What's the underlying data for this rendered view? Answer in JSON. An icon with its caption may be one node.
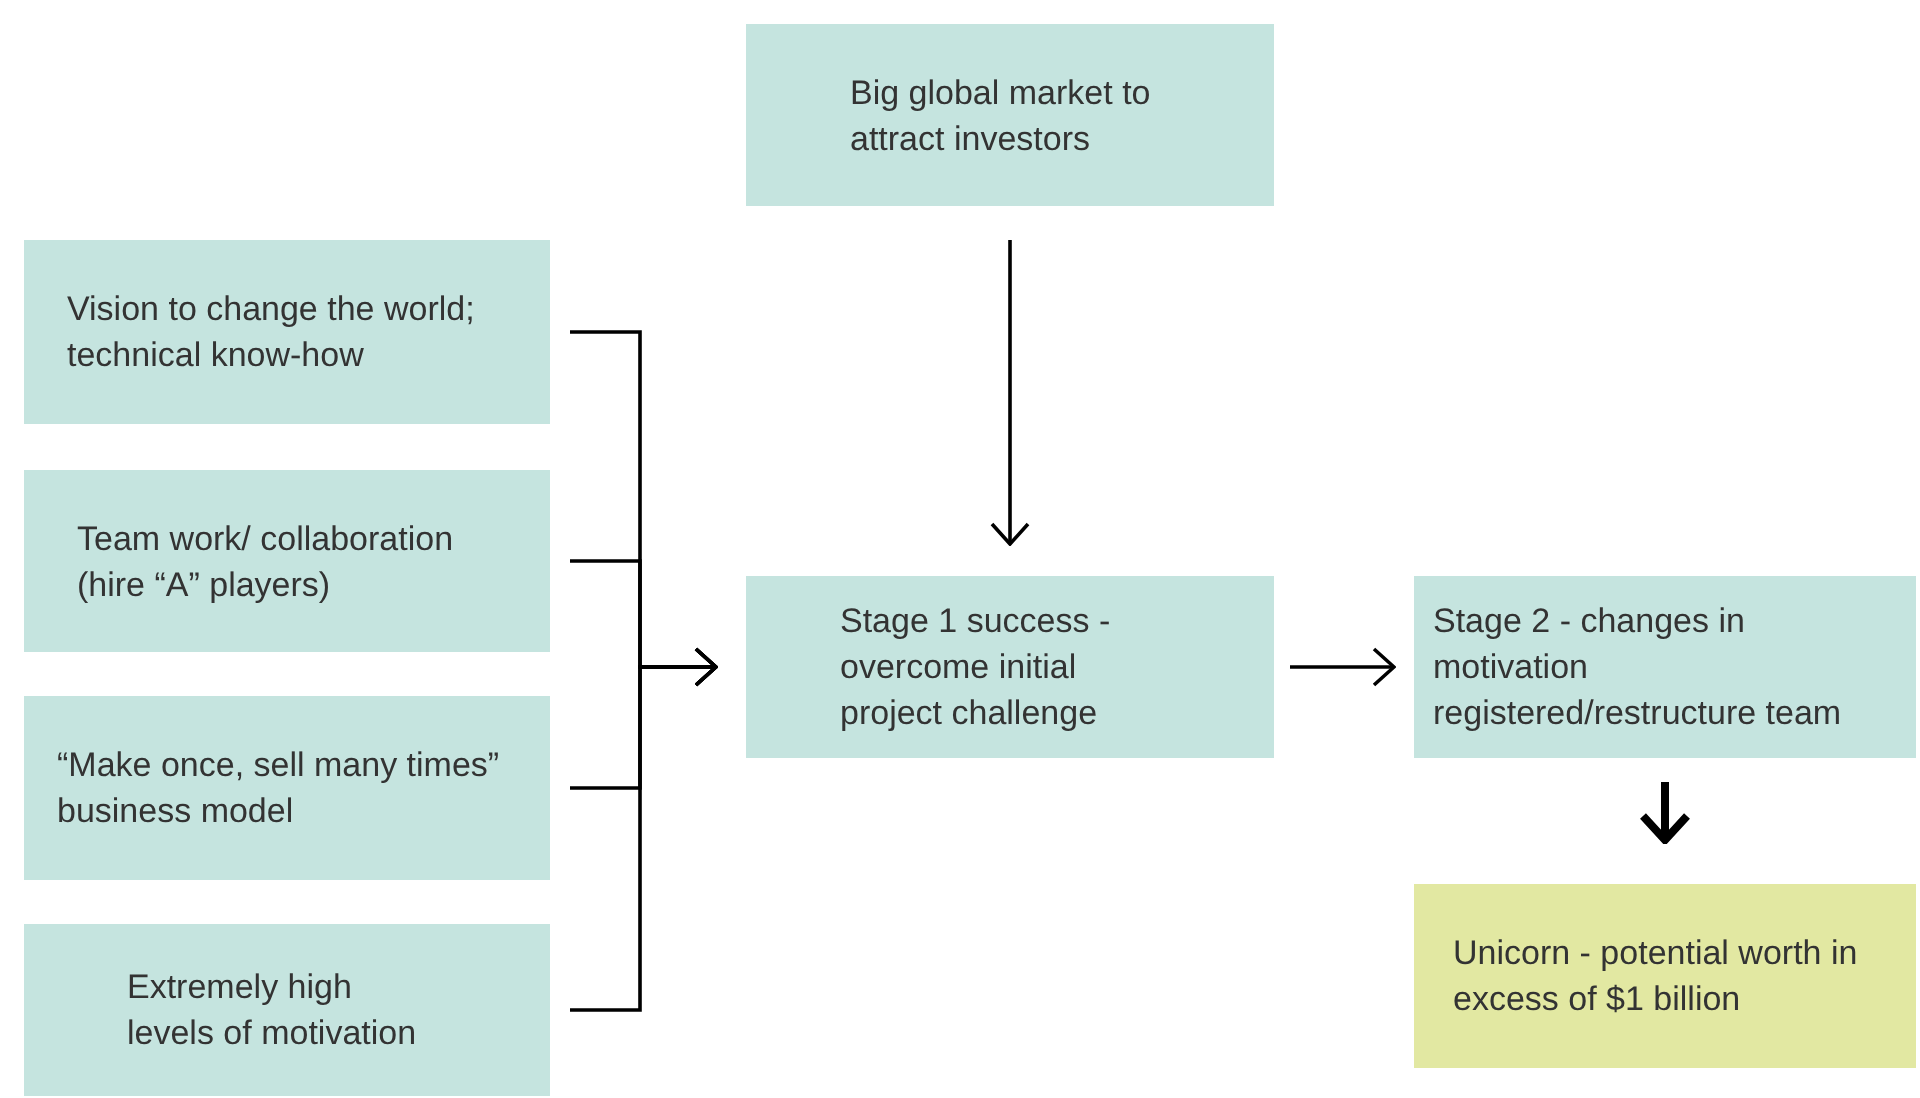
{
  "diagram": {
    "nodes": [
      {
        "text": [
          "Big global market to attract investors"
        ]
      },
      {
        "text": [
          "Vision to change the world; technical know-how"
        ]
      },
      {
        "text": [
          "Team work/ collaboration (hire “A” players)"
        ]
      },
      {
        "text": [
          "“Make once, sell many times” business model"
        ]
      },
      {
        "text": [
          "Extremely high levels of motivation"
        ]
      },
      {
        "text": [
          "Stage 1 success - overcome initial project challenge"
        ]
      },
      {
        "text": [
          "Stage 2 - changes in motivation registered/restructure team"
        ]
      },
      {
        "text": [
          "Unicorn - potential worth in excess of $1 billion"
        ]
      }
    ],
    "edges": [
      {
        "from": 0,
        "to": 5,
        "arrow": "to"
      },
      {
        "from": 1,
        "to": 5,
        "arrow": "to"
      },
      {
        "from": 2,
        "to": 5,
        "arrow": "to"
      },
      {
        "from": 3,
        "to": 5,
        "arrow": "to"
      },
      {
        "from": 4,
        "to": 5,
        "arrow": "to"
      },
      {
        "from": 5,
        "to": 6,
        "arrow": "to"
      },
      {
        "from": 6,
        "to": 7,
        "arrow": "to",
        "style": "thick"
      }
    ]
  }
}
